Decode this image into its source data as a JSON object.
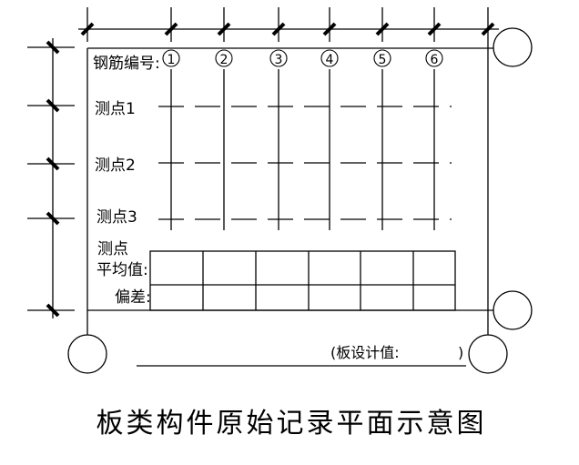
{
  "diagram": {
    "title": "板类构件原始记录平面示意图",
    "header_label": "钢筋编号:",
    "rebar_numbers": [
      "①",
      "②",
      "③",
      "④",
      "⑤",
      "⑥"
    ],
    "rebar_number_digits": [
      "1",
      "2",
      "3",
      "4",
      "5",
      "6"
    ],
    "measure_points": [
      "测点1",
      "测点2",
      "测点3"
    ],
    "average_label_line1": "测点",
    "average_label_line2": "平均值:",
    "deviation_label": "偏差:",
    "design_value_label": "(板设计值:",
    "design_value_close": ")",
    "design_value": "",
    "table": {
      "columns": 6,
      "rows": [
        "平均值",
        "偏差"
      ],
      "cells": [
        [
          "",
          "",
          "",
          "",
          "",
          ""
        ],
        [
          "",
          "",
          "",
          "",
          "",
          ""
        ]
      ]
    },
    "colors": {
      "line": "#000000",
      "background": "#ffffff"
    }
  }
}
